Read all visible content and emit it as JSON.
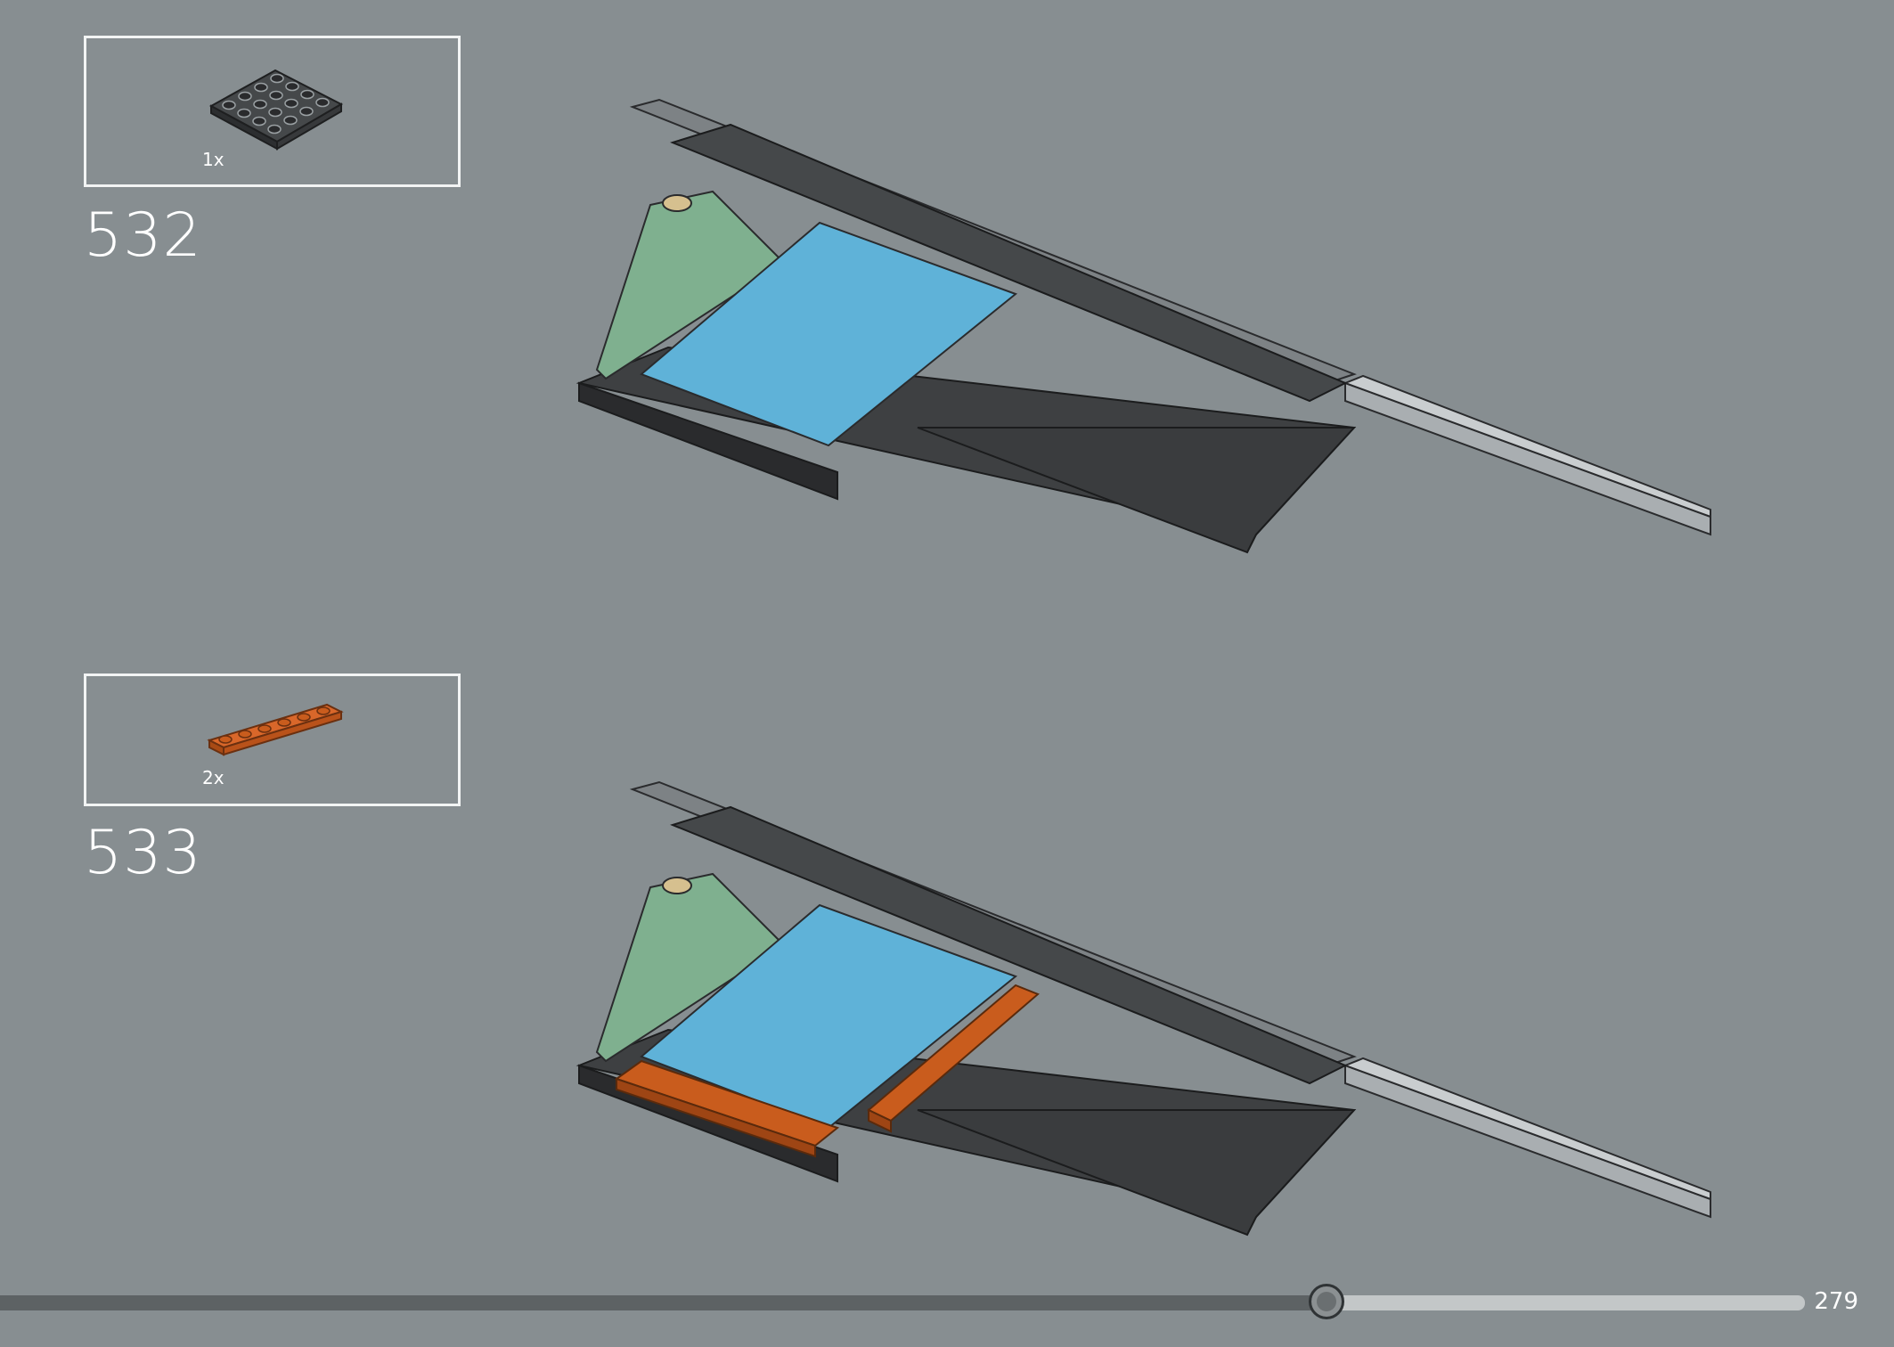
{
  "steps": [
    {
      "number": "532",
      "part_qty": "1x",
      "part": "dark-gray-4x4-plate",
      "part_color": "#3b3d3f"
    },
    {
      "number": "533",
      "part_qty": "2x",
      "part": "orange-1x6-plate",
      "part_color": "#c95c1d"
    }
  ],
  "colors": {
    "background": "#878e91",
    "dark_gray": "#3a3c3e",
    "black_stud": "#2a2b2d",
    "light_gray": "#a9aeb1",
    "medium_azure": "#5fb2d8",
    "sand_green": "#7fb08f",
    "tan": "#d6c08f",
    "orange": "#c95c1d"
  },
  "progress": {
    "fraction": 0.735,
    "page": "279"
  }
}
